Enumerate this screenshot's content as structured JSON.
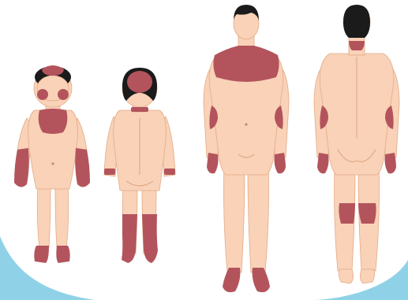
{
  "colors": {
    "background": "#ffffff",
    "skin": "#f9d2b8",
    "skin_outline": "#e3ab86",
    "affected_area": "#b3545c",
    "hair": "#1b1b1b",
    "border_accent": "#8fd2e8"
  },
  "figures": [
    {
      "id": "child-front",
      "view": "front",
      "age": "child",
      "affected": [
        "cheeks",
        "scalp",
        "chest",
        "forearms-hands",
        "feet"
      ]
    },
    {
      "id": "child-back",
      "view": "back",
      "age": "child",
      "affected": [
        "scalp",
        "nape",
        "wrists",
        "lower-legs"
      ]
    },
    {
      "id": "adult-front",
      "view": "front",
      "age": "adult",
      "affected": [
        "neck-chest",
        "elbow-creases",
        "hands",
        "feet"
      ]
    },
    {
      "id": "adult-back",
      "view": "back",
      "age": "adult",
      "affected": [
        "nape",
        "elbows",
        "hands",
        "knee-backs"
      ]
    }
  ]
}
